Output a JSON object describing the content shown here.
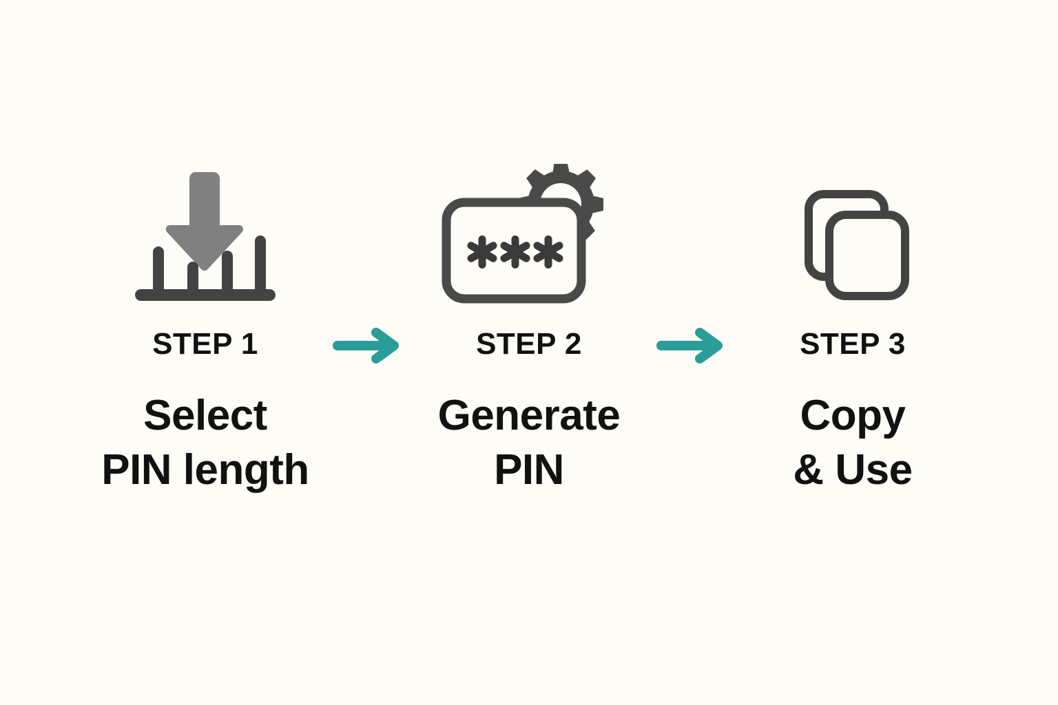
{
  "page": {
    "title": "PIN generator three step process",
    "background_color": "#FDFCF7"
  },
  "palette": {
    "text": "#111111",
    "icon_stroke": "#4A4A4A",
    "icon_arrow_gray": "#808080",
    "accent_teal": "#2A9D98",
    "background": "#FDFCF7"
  },
  "steps": [
    {
      "kicker": "STEP 1",
      "title_line1": "Select",
      "title_line2": "PIN length",
      "icon_name": "select-length-icon",
      "icon_description": "downward arrow over bar chart",
      "bars": [
        60,
        38,
        55,
        78
      ]
    },
    {
      "kicker": "STEP 2",
      "title_line1": "Generate",
      "title_line2": "PIN",
      "icon_name": "generate-pin-icon",
      "icon_description": "password field with asterisks and gear",
      "masked_value": "***"
    },
    {
      "kicker": "STEP 3",
      "title_line1": "Copy",
      "title_line2": "& Use",
      "icon_name": "copy-use-icon",
      "icon_description": "two overlapping rounded squares"
    }
  ],
  "connectors": [
    {
      "icon_name": "arrow-right-icon",
      "color": "#2A9D98"
    },
    {
      "icon_name": "arrow-right-icon",
      "color": "#2A9D98"
    }
  ]
}
